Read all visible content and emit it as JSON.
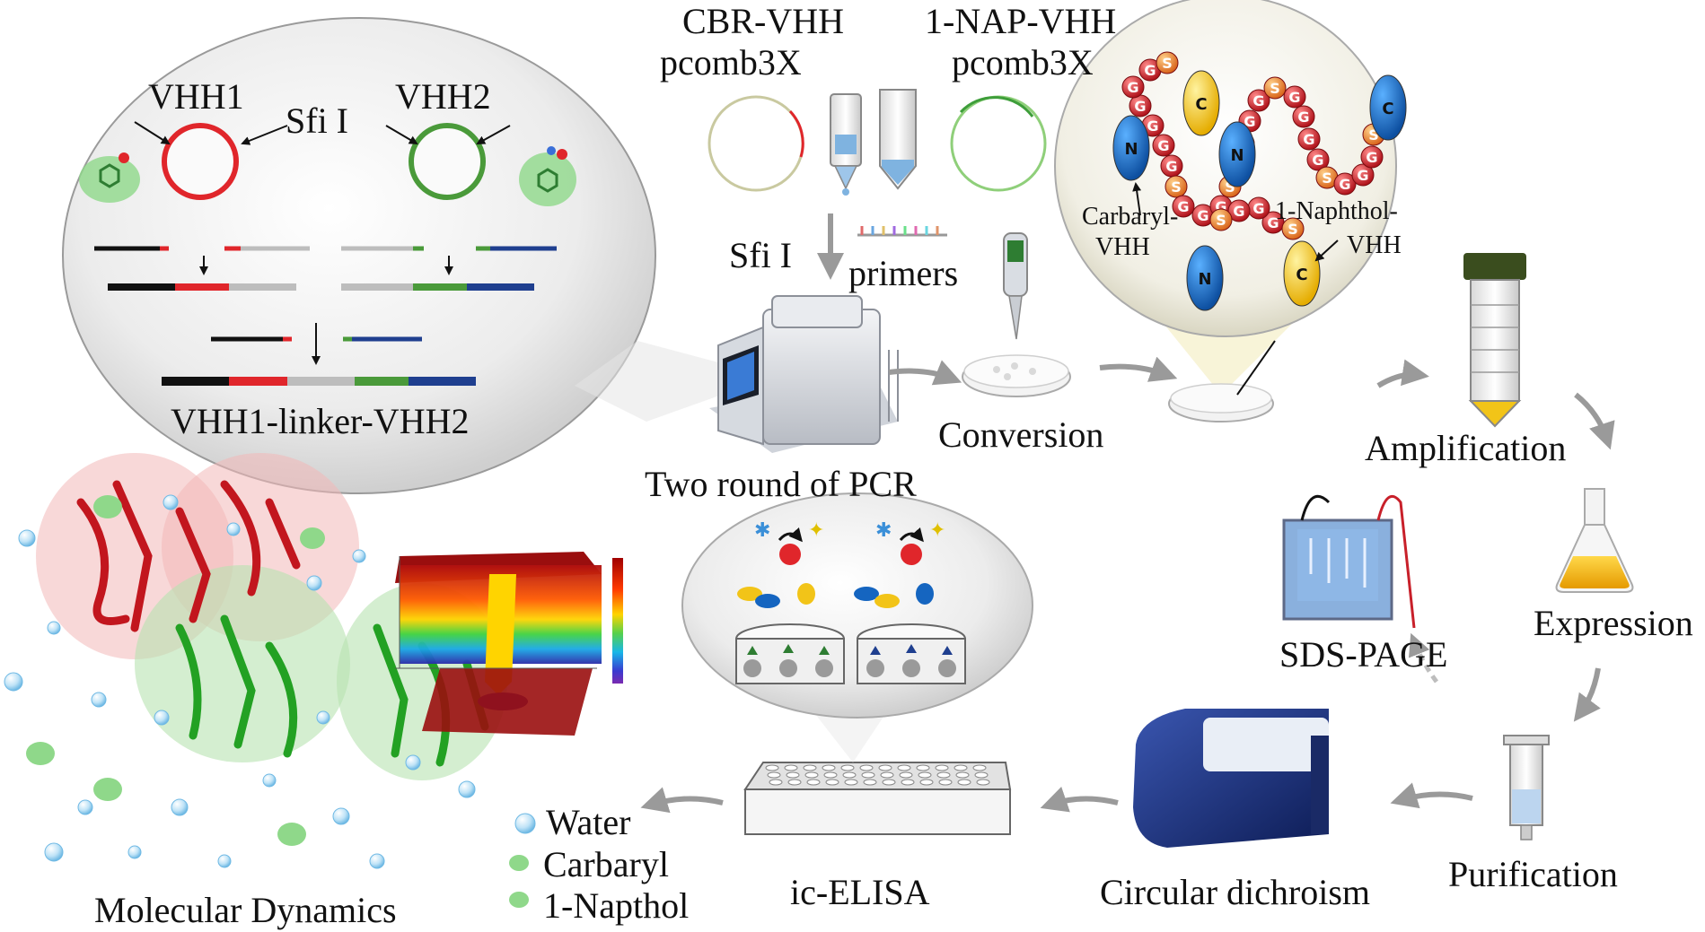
{
  "labels": {
    "vhh1": "VHH1",
    "vhh2": "VHH2",
    "sfi_inset": "Sfi I",
    "construct": "VHH1-linker-VHH2",
    "cbr_line1": "CBR-VHH",
    "cbr_line2": "pcomb3X",
    "nap_line1": "1-NAP-VHH",
    "nap_line2": "pcomb3X",
    "sfi_main": "Sfi I",
    "primers": "primers",
    "pcr": "Two round of PCR",
    "conversion": "Conversion",
    "amplification": "Amplification",
    "expression": "Expression",
    "purification": "Purification",
    "cd": "Circular dichroism",
    "sdspage": "SDS-PAGE",
    "elisa": "ic-ELISA",
    "md": "Molecular Dynamics",
    "legend_water": "Water",
    "legend_carbaryl": "Carbaryl",
    "legend_napthol": "1-Napthol",
    "carbaryl_vhh_1": "Carbaryl-",
    "carbaryl_vhh_2": "VHH",
    "naphthol_vhh_1": "1-Naphthol-",
    "naphthol_vhh_2": "VHH",
    "bead_g": "G",
    "bead_s": "S",
    "term_n": "N",
    "term_c": "C"
  },
  "colors": {
    "vhh1_red": "#e0262b",
    "vhh2_green": "#4a9a3a",
    "linker_gray": "#bdbdbd",
    "dna_black": "#111111",
    "dna_blue": "#1f3f8f",
    "bead_red": "#c8202a",
    "bead_orange": "#e87a2a",
    "n_blue": "#1565c0",
    "c_yellow": "#f2c418",
    "arrow_gray": "#9a9a9a"
  }
}
